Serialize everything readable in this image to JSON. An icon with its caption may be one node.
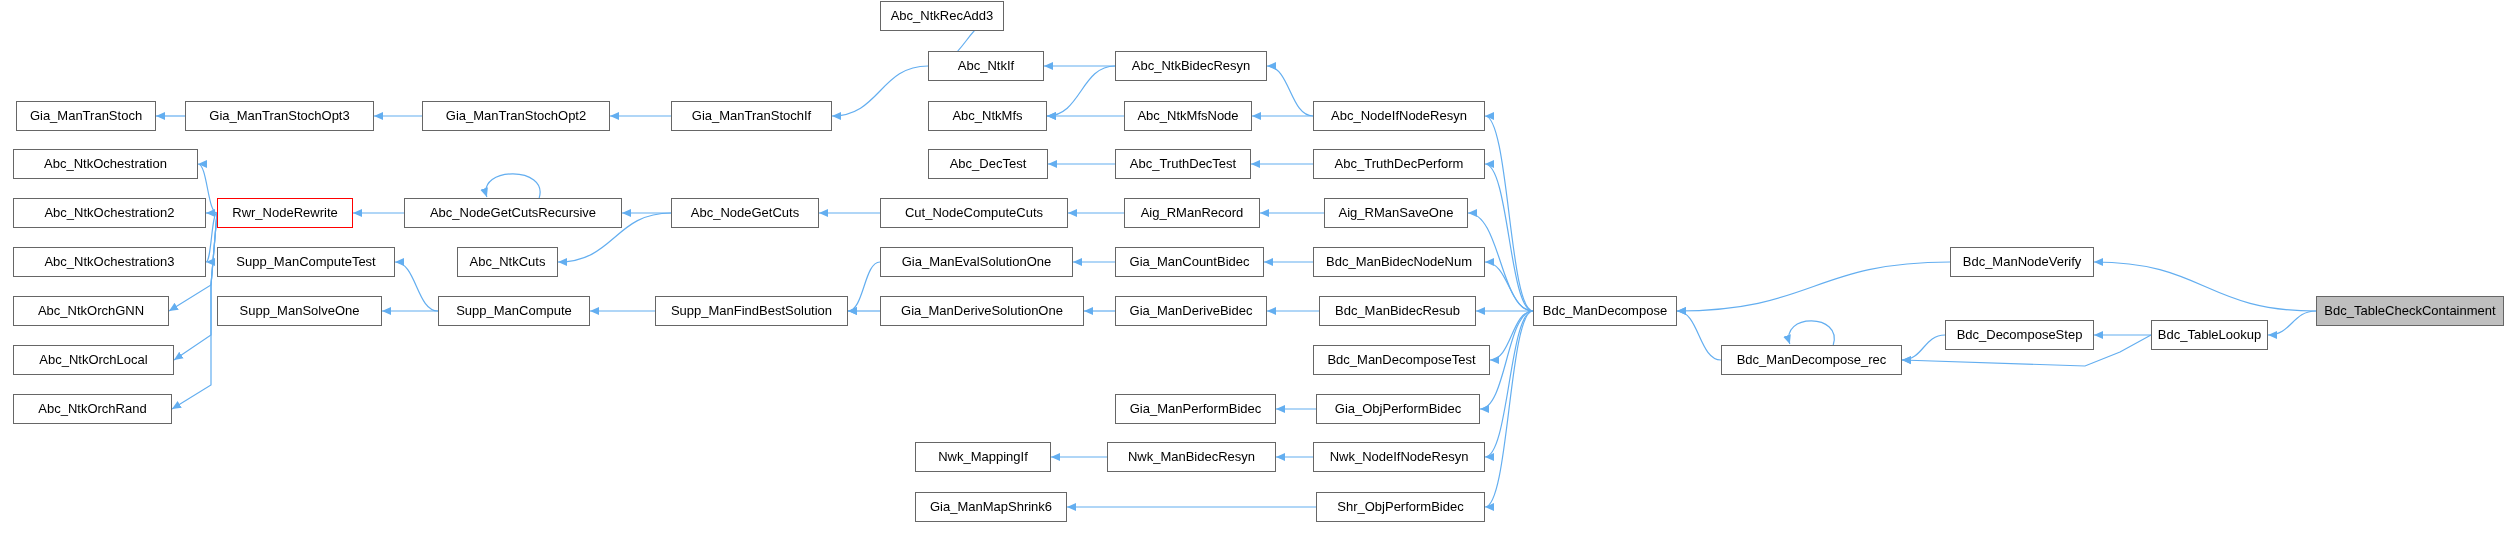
{
  "diagram": {
    "nodes": [
      {
        "text": [
          "Gia_ManTranStoch"
        ]
      },
      {
        "text": [
          "Abc_NtkOchestration"
        ]
      },
      {
        "text": [
          "Abc_NtkOchestration2"
        ]
      },
      {
        "text": [
          "Abc_NtkOchestration3"
        ]
      },
      {
        "text": [
          "Abc_NtkOrchGNN"
        ]
      },
      {
        "text": [
          "Abc_NtkOrchLocal"
        ]
      },
      {
        "text": [
          "Abc_NtkOrchRand"
        ]
      },
      {
        "text": [
          "Gia_ManTranStochOpt3"
        ]
      },
      {
        "text": [
          "Rwr_NodeRewrite"
        ]
      },
      {
        "text": [
          "Supp_ManComputeTest"
        ]
      },
      {
        "text": [
          "Supp_ManSolveOne"
        ]
      },
      {
        "text": [
          "Gia_ManTranStochOpt2"
        ]
      },
      {
        "text": [
          "Abc_NodeGetCutsRecursive"
        ]
      },
      {
        "text": [
          "Abc_NtkCuts"
        ]
      },
      {
        "text": [
          "Supp_ManCompute"
        ]
      },
      {
        "text": [
          "Gia_ManTranStochIf"
        ]
      },
      {
        "text": [
          "Abc_NodeGetCuts"
        ]
      },
      {
        "text": [
          "Supp_ManFindBestSolution"
        ]
      },
      {
        "text": [
          "Abc_NtkRecAdd3"
        ]
      },
      {
        "text": [
          "Abc_NtkIf"
        ]
      },
      {
        "text": [
          "Abc_NtkMfs"
        ]
      },
      {
        "text": [
          "Abc_DecTest"
        ]
      },
      {
        "text": [
          "Cut_NodeComputeCuts"
        ]
      },
      {
        "text": [
          "Gia_ManEvalSolutionOne"
        ]
      },
      {
        "text": [
          "Gia_ManDeriveSolutionOne"
        ]
      },
      {
        "text": [
          "Nwk_MappingIf"
        ]
      },
      {
        "text": [
          "Gia_ManMapShrink6"
        ]
      },
      {
        "text": [
          "Abc_NtkBidecResyn"
        ]
      },
      {
        "text": [
          "Abc_NtkMfsNode"
        ]
      },
      {
        "text": [
          "Abc_TruthDecTest"
        ]
      },
      {
        "text": [
          "Aig_RManRecord"
        ]
      },
      {
        "text": [
          "Gia_ManCountBidec"
        ]
      },
      {
        "text": [
          "Gia_ManDeriveBidec"
        ]
      },
      {
        "text": [
          "Gia_ManPerformBidec"
        ]
      },
      {
        "text": [
          "Nwk_ManBidecResyn"
        ]
      },
      {
        "text": [
          "Abc_NodeIfNodeResyn"
        ]
      },
      {
        "text": [
          "Abc_TruthDecPerform"
        ]
      },
      {
        "text": [
          "Aig_RManSaveOne"
        ]
      },
      {
        "text": [
          "Bdc_ManBidecNodeNum"
        ]
      },
      {
        "text": [
          "Bdc_ManBidecResub"
        ]
      },
      {
        "text": [
          "Bdc_ManDecomposeTest"
        ]
      },
      {
        "text": [
          "Gia_ObjPerformBidec"
        ]
      },
      {
        "text": [
          "Nwk_NodeIfNodeResyn"
        ]
      },
      {
        "text": [
          "Shr_ObjPerformBidec"
        ]
      },
      {
        "text": [
          "Bdc_ManDecompose"
        ]
      },
      {
        "text": [
          "Bdc_ManDecompose_rec"
        ]
      },
      {
        "text": [
          "Bdc_ManNodeVerify"
        ]
      },
      {
        "text": [
          "Bdc_DecomposeStep"
        ]
      },
      {
        "text": [
          "Bdc_TableLookup"
        ]
      },
      {
        "text": [
          "Bdc_TableCheckContainment"
        ]
      }
    ],
    "edges": [
      {
        "from": 49,
        "to": 46,
        "arrow": "to"
      },
      {
        "from": 49,
        "to": 48,
        "arrow": "to"
      },
      {
        "from": 48,
        "to": 47,
        "arrow": "to"
      },
      {
        "from": 48,
        "to": 45,
        "arrow": "to"
      },
      {
        "from": 47,
        "to": 45,
        "arrow": "to"
      },
      {
        "from": 45,
        "to": 45,
        "arrow": "to"
      },
      {
        "from": 45,
        "to": 44,
        "arrow": "to"
      },
      {
        "from": 46,
        "to": 44,
        "arrow": "to"
      },
      {
        "from": 44,
        "to": 35,
        "arrow": "to"
      },
      {
        "from": 44,
        "to": 36,
        "arrow": "to"
      },
      {
        "from": 44,
        "to": 37,
        "arrow": "to"
      },
      {
        "from": 44,
        "to": 38,
        "arrow": "to"
      },
      {
        "from": 44,
        "to": 39,
        "arrow": "to"
      },
      {
        "from": 44,
        "to": 40,
        "arrow": "to"
      },
      {
        "from": 44,
        "to": 41,
        "arrow": "to"
      },
      {
        "from": 44,
        "to": 42,
        "arrow": "to"
      },
      {
        "from": 44,
        "to": 43,
        "arrow": "to"
      },
      {
        "from": 35,
        "to": 27,
        "arrow": "to"
      },
      {
        "from": 35,
        "to": 28,
        "arrow": "to"
      },
      {
        "from": 27,
        "to": 19,
        "arrow": "to"
      },
      {
        "from": 27,
        "to": 20,
        "arrow": "to"
      },
      {
        "from": 28,
        "to": 20,
        "arrow": "to"
      },
      {
        "from": 19,
        "to": 18,
        "arrow": "to"
      },
      {
        "from": 19,
        "to": 15,
        "arrow": "to"
      },
      {
        "from": 15,
        "to": 11,
        "arrow": "to"
      },
      {
        "from": 11,
        "to": 7,
        "arrow": "to"
      },
      {
        "from": 7,
        "to": 0,
        "arrow": "to"
      },
      {
        "from": 36,
        "to": 29,
        "arrow": "to"
      },
      {
        "from": 29,
        "to": 21,
        "arrow": "to"
      },
      {
        "from": 37,
        "to": 30,
        "arrow": "to"
      },
      {
        "from": 30,
        "to": 22,
        "arrow": "to"
      },
      {
        "from": 22,
        "to": 16,
        "arrow": "to"
      },
      {
        "from": 16,
        "to": 12,
        "arrow": "to"
      },
      {
        "from": 16,
        "to": 13,
        "arrow": "to"
      },
      {
        "from": 12,
        "to": 12,
        "arrow": "to"
      },
      {
        "from": 12,
        "to": 8,
        "arrow": "to"
      },
      {
        "from": 8,
        "to": 1,
        "arrow": "to"
      },
      {
        "from": 8,
        "to": 2,
        "arrow": "to"
      },
      {
        "from": 8,
        "to": 3,
        "arrow": "to"
      },
      {
        "from": 8,
        "to": 4,
        "arrow": "to"
      },
      {
        "from": 8,
        "to": 5,
        "arrow": "to"
      },
      {
        "from": 8,
        "to": 6,
        "arrow": "to"
      },
      {
        "from": 38,
        "to": 31,
        "arrow": "to"
      },
      {
        "from": 31,
        "to": 23,
        "arrow": "to"
      },
      {
        "from": 23,
        "to": 17,
        "arrow": "to"
      },
      {
        "from": 39,
        "to": 32,
        "arrow": "to"
      },
      {
        "from": 32,
        "to": 24,
        "arrow": "to"
      },
      {
        "from": 24,
        "to": 17,
        "arrow": "to"
      },
      {
        "from": 17,
        "to": 14,
        "arrow": "to"
      },
      {
        "from": 14,
        "to": 9,
        "arrow": "to"
      },
      {
        "from": 14,
        "to": 10,
        "arrow": "to"
      },
      {
        "from": 41,
        "to": 33,
        "arrow": "to"
      },
      {
        "from": 42,
        "to": 34,
        "arrow": "to"
      },
      {
        "from": 34,
        "to": 25,
        "arrow": "to"
      },
      {
        "from": 43,
        "to": 26,
        "arrow": "to"
      }
    ]
  }
}
